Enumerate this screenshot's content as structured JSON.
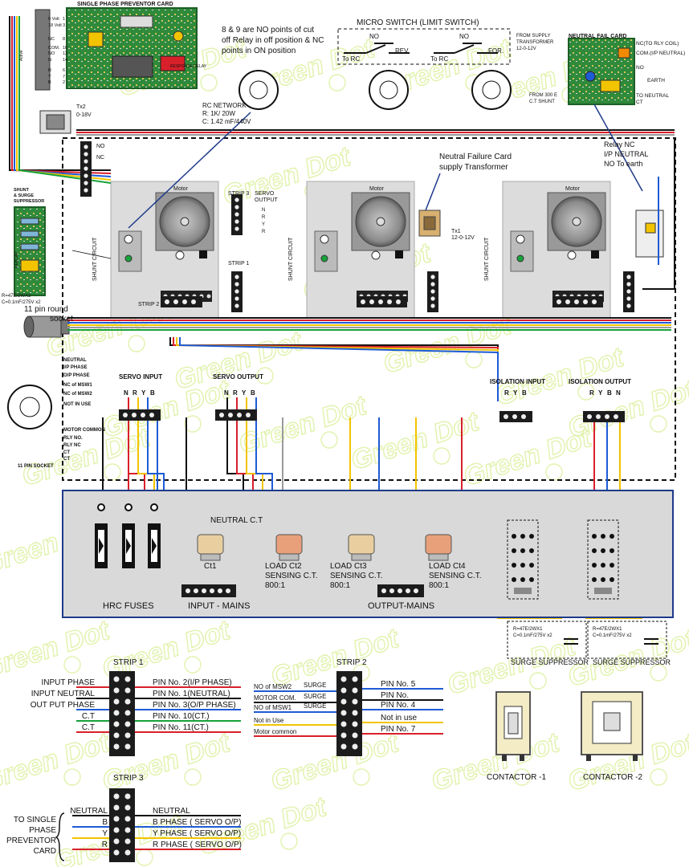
{
  "watermark": "Green Dot",
  "preventor": {
    "title": "SINGLE PHASE PREVENTOR CARD",
    "labels": [
      "0 Volt",
      "18 Volt",
      "NC",
      "COM.",
      "NO",
      "N",
      "R",
      "Y",
      "B"
    ],
    "pins": [
      "1",
      "3",
      "8",
      "10",
      "12",
      "14",
      "6",
      "7",
      "2"
    ],
    "active": "Active",
    "response": "RESPONSE DELAY",
    "tx2": "Tx2",
    "tx2_v": "0-18V"
  },
  "note": [
    "8 & 9 are NO points of cut",
    "off Relay in off position & NC",
    "points in ON position"
  ],
  "rc_network": [
    "RC NETWORK",
    "R: 1K/ 20W",
    "C: 1.42 mF/440V"
  ],
  "micro": {
    "title": "MICRO SWITCH (LIMIT SWITCH)",
    "no1": "NO",
    "rev": "REV.",
    "torc1": "To RC",
    "no2": "NO",
    "for": "FOR.",
    "torc2": "To RC"
  },
  "supply": [
    "FROM SUPPLY",
    "TRANSFORMER",
    "12-0-12V"
  ],
  "ct_shunt": [
    "FROM 300 E",
    "C.T SHUNT"
  ],
  "neutral_fail": {
    "title": "NEUTRAL FAIL CARD",
    "labels": [
      "NC(TO RLY COIL)",
      "COM.(I/P NEUTRAL)",
      "NO",
      "EARTH",
      "TO NEUTRAL",
      "CT"
    ]
  },
  "nf_supply": [
    "Neutral Failure Card",
    "supply Transformer"
  ],
  "relay": [
    "Relay NC",
    "I/P NEUTRAL",
    "NO To earth"
  ],
  "no_nc": [
    "NO",
    "NC"
  ],
  "motor": "Motor",
  "strip3_lbl": "STRIP 3",
  "servo_out_lbl": [
    "SERVO",
    "OUTPUT"
  ],
  "nryr": [
    "N",
    "R",
    "Y",
    "R"
  ],
  "strip1_lbl": "STRIP 1",
  "strip2_lbl": "STRIP 2",
  "shunt_circuit": "SHUNT CIRCUIT",
  "tx1": [
    "Tx1",
    "12-0-12V"
  ],
  "shunt_supp": [
    "SHUNT",
    "& SURGE",
    "SUPPRESSOR"
  ],
  "rebcap": "REBCAP",
  "rc_rating": [
    "R=47E/2WX2",
    "C=0.1mF/275V x2"
  ],
  "socket_round": [
    "11 pin round",
    "socket"
  ],
  "socket11": {
    "labels": [
      "NEUTRAL",
      "I/P PHASE",
      "O/P PHASE",
      "NC of MSW1",
      "NC of MSW2",
      "NOT IN USE",
      "MOTOR COMMON",
      "RLY NO.",
      "RLY NC",
      "CT",
      "CT"
    ],
    "title": "11 PIN SOCKET"
  },
  "servo_input": {
    "title": "SERVO INPUT",
    "cols": [
      "N",
      "R",
      "Y",
      "B"
    ]
  },
  "servo_output": {
    "title": "SERVO OUTPUT",
    "cols": [
      "N",
      "R",
      "Y",
      "B"
    ]
  },
  "iso_input": {
    "title": "ISOLATION INPUT",
    "cols": [
      "R",
      "Y",
      "B"
    ]
  },
  "iso_output": {
    "title": "ISOLATION OUTPUT",
    "cols": [
      "R",
      "Y",
      "B",
      "N"
    ]
  },
  "panel": {
    "neutral_ct": "NEUTRAL C.T",
    "ct1": "Ct1",
    "ct2": [
      "LOAD Ct2",
      "SENSING C.T.",
      "800:1"
    ],
    "ct3": [
      "LOAD  Ct3",
      "SENSING C.T.",
      "800:1"
    ],
    "ct4": [
      "LOAD Ct4",
      "SENSING C.T.",
      "800:1"
    ],
    "hrc": "HRC FUSES",
    "input_mains": "INPUT - MAINS",
    "output_mains": "OUTPUT-MAINS",
    "surge_rating": [
      "R=47E/2WX1",
      "C=0.1mF/275V x2"
    ],
    "surge": "SURGE SUPPRESSOR"
  },
  "strip1": {
    "title": "STRIP 1",
    "left": [
      "INPUT PHASE",
      "INPUT NEUTRAL",
      "OUT PUT PHASE",
      "C.T",
      "C.T"
    ],
    "right": [
      "PIN No. 2(I/P PHASE)",
      "PIN No. 1(NEUTRAL)",
      "PIN No. 3(O/P PHASE)",
      "PIN No. 10(CT.)",
      "PIN No. 11(CT.)"
    ]
  },
  "strip2": {
    "title": "STRIP 2",
    "left": [
      "NO of  MSW2",
      "MOTOR COM.",
      "NO of  MSW1",
      "Not in Use",
      "Motor common"
    ],
    "surge": "SURGE",
    "right": [
      "PIN No. 5",
      "PIN No.",
      "PIN No. 4",
      "Not in use",
      "PIN No. 7"
    ]
  },
  "strip3": {
    "title": "STRIP 3",
    "left": [
      "NEUTRAL",
      "B",
      "Y",
      "R"
    ],
    "right": [
      "NEUTRAL",
      "B PHASE  ( SERVO O/P)",
      "Y PHASE  ( SERVO O/P)",
      "R PHASE  ( SERVO O/P)"
    ],
    "to": [
      "TO SINGLE",
      "PHASE",
      "PREVENTOR",
      "CARD"
    ]
  },
  "contactor1": "CONTACTOR -1",
  "contactor2": "CONTACTOR -2",
  "colors": {
    "red": "#d8202a",
    "yellow": "#f2c400",
    "blue": "#1e5bd6",
    "green": "#16a23a",
    "black": "#111111",
    "grey": "#9a9a9a",
    "panel": "#d9d9d9",
    "card": "#2f8a3b",
    "watermark": "#c8e86a"
  }
}
